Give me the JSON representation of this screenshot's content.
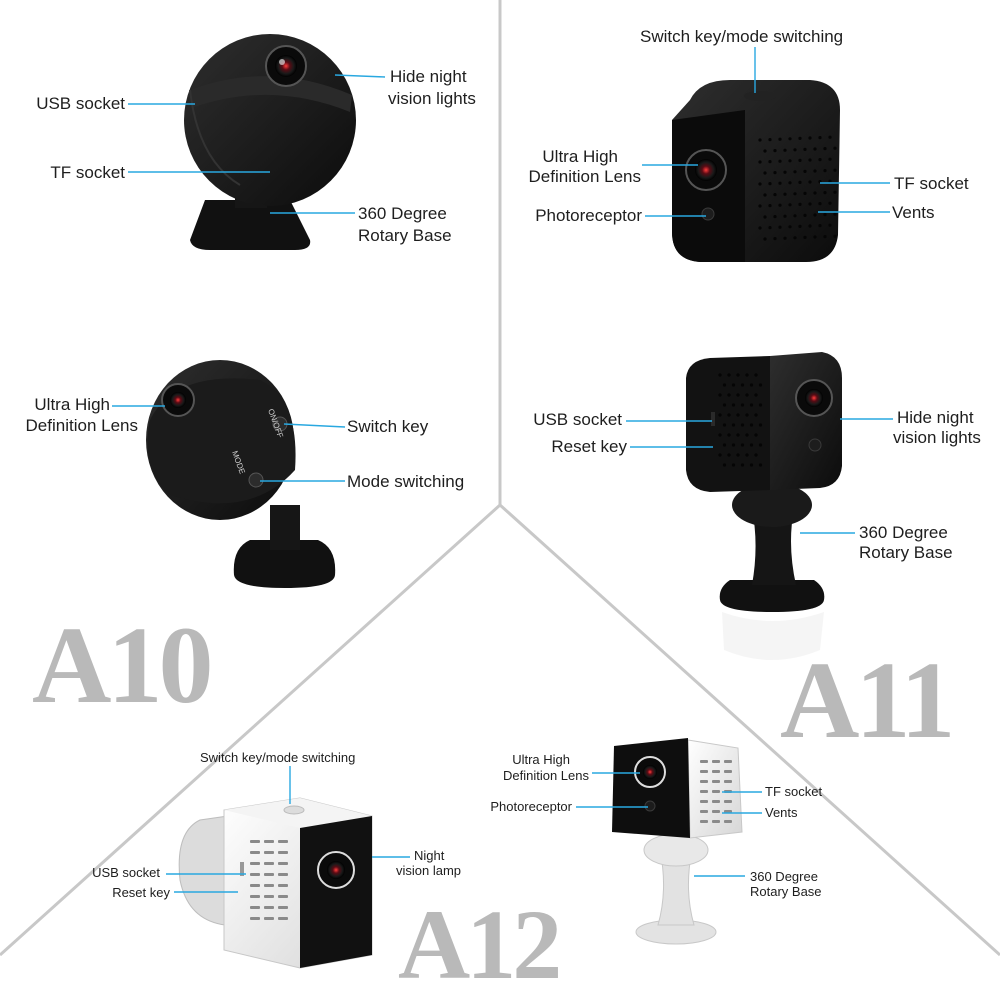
{
  "colors": {
    "background": "#ffffff",
    "divider": "#c8c8c8",
    "camera_dark": "#141414",
    "camera_white": "#ececec",
    "leader_line": "#29a8e0",
    "model_text": "#b9b9b9",
    "label_text": "#1e1e1e"
  },
  "a10": {
    "model": "A10",
    "front": {
      "usb_socket": "USB socket",
      "tf_socket": "TF socket",
      "hide_night_1": "Hide night",
      "hide_night_2": "vision lights",
      "base_1": "360 Degree",
      "base_2": "Rotary Base"
    },
    "side": {
      "lens_1": "Ultra High",
      "lens_2": "Definition Lens",
      "switch_key": "Switch key",
      "mode_switching": "Mode switching",
      "onoff_print": "ON/OFF",
      "mode_print": "MODE"
    }
  },
  "a11": {
    "model": "A11",
    "front": {
      "switch_mode": "Switch key/mode switching",
      "lens_1": "Ultra High",
      "lens_2": "Definition Lens",
      "photoreceptor": "Photoreceptor",
      "tf_socket": "TF socket",
      "vents": "Vents"
    },
    "side": {
      "usb_socket": "USB socket",
      "reset_key": "Reset key",
      "hide_night_1": "Hide night",
      "hide_night_2": "vision lights",
      "base_1": "360 Degree",
      "base_2": "Rotary Base"
    }
  },
  "a12": {
    "model": "A12",
    "left": {
      "switch_mode": "Switch key/mode switching",
      "usb_socket": "USB socket",
      "reset_key": "Reset key",
      "night_1": "Night",
      "night_2": "vision lamp"
    },
    "right": {
      "lens_1": "Ultra High",
      "lens_2": "Definition Lens",
      "photoreceptor": "Photoreceptor",
      "tf_socket": "TF socket",
      "vents": "Vents",
      "base_1": "360 Degree",
      "base_2": "Rotary Base"
    }
  }
}
